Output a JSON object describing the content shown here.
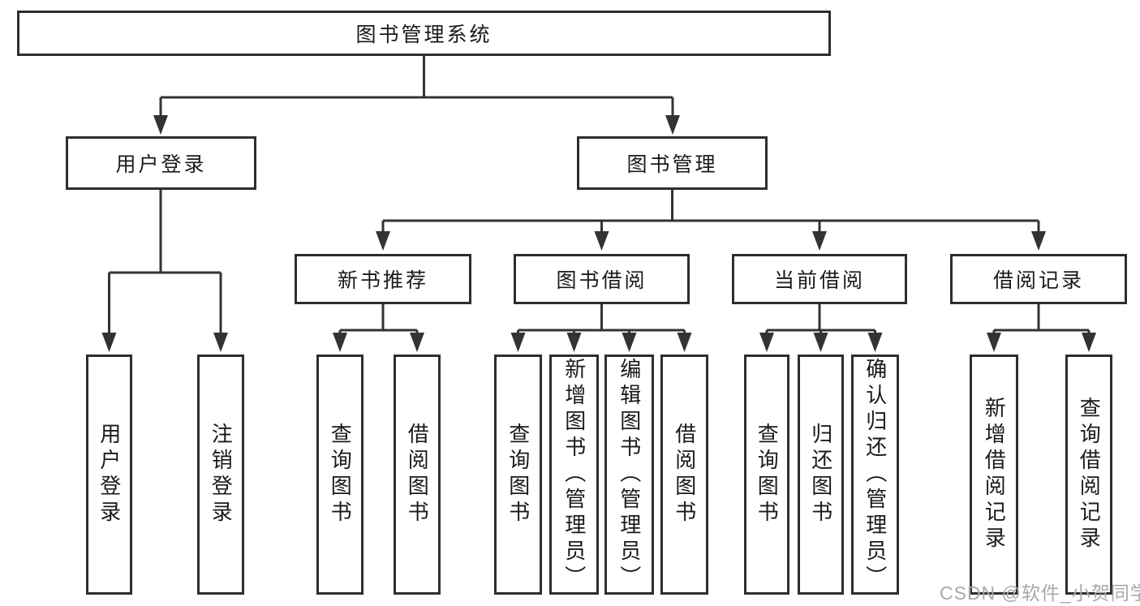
{
  "tree": {
    "root": "图书管理系统",
    "login": {
      "label": "用户登录",
      "children": [
        "用户登录",
        "注销登录"
      ]
    },
    "mgmt": {
      "label": "图书管理",
      "groups": [
        {
          "label": "新书推荐",
          "children": [
            "查询图书",
            "借阅图书"
          ]
        },
        {
          "label": "图书借阅",
          "children": [
            "查询图书",
            "新增图书（管理员）",
            "编辑图书（管理员）",
            "借阅图书"
          ]
        },
        {
          "label": "当前借阅",
          "children": [
            "查询图书",
            "归还图书",
            "确认归还（管理员）"
          ]
        },
        {
          "label": "借阅记录",
          "children": [
            "新增借阅记录",
            "查询借阅记录"
          ]
        }
      ]
    }
  },
  "watermark": "CSDN @软件_小贺同学",
  "colors": {
    "line": "#333333",
    "box_border": "#2e2e2e",
    "text": "#1a1a1a",
    "watermark_text": "#a6a9ac",
    "background": "#ffffff"
  }
}
